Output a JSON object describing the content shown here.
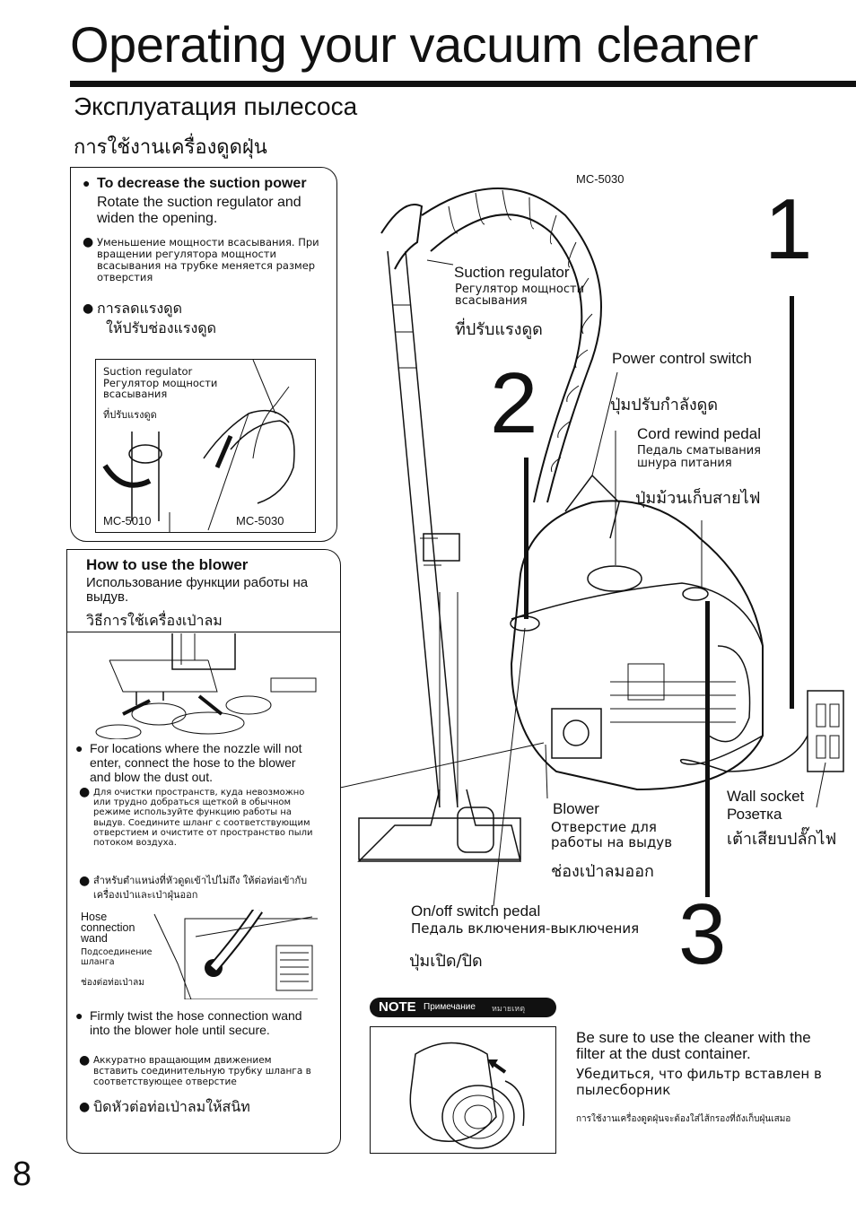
{
  "header": {
    "title": "Operating your vacuum cleaner",
    "title_ru": "Эксплуатация пылесоса",
    "title_th": "การใช้งานเครื่องดูดฝุ่น"
  },
  "model_label": "MC-5030",
  "suction_box": {
    "heading": "To decrease the suction power",
    "body": "Rotate the suction regulator and widen the opening.",
    "ru": "Уменьшение мощности всасывания. При вращении регулятора мощности всасывания на трубке меняется размер отверстия",
    "th_heading": "การลดแรงดูด",
    "th_body": "ให้ปรับช่องแรงดูด",
    "figure": {
      "label_en": "Suction regulator",
      "label_ru": "Регулятор мощности всасывания",
      "label_th": "ที่ปรับแรงดูด",
      "model_left": "MC-5010",
      "model_right": "MC-5030"
    }
  },
  "blower_box": {
    "heading": "How to use the blower",
    "heading_ru": "Использование функции работы на выдув.",
    "heading_th": "วิธีการใช้เครื่องเป่าลม",
    "step1_en": "For locations where the nozzle will not enter, connect the hose to the blower and blow the dust out.",
    "step1_ru": "Для очистки пространств, куда невозможно или трудно добраться щеткой в обычном режиме используйте функцию работы на выдув. Соедините шланг с соответствующим отверстием и очистите от пространство пыли потоком воздуха.",
    "step1_th": "สำหรับตำแหน่งที่หัวดูดเข้าไปไม่ถึง ให้ต่อท่อเข้ากับเครื่องเป่าและเป่าฝุ่นออก",
    "hose_label_en": "Hose connection wand",
    "hose_label_ru": "Подсоединение шланга",
    "hose_label_th": "ช่องต่อท่อเป่าลม",
    "step2_en": "Firmly twist the hose connection wand into the blower hole until secure.",
    "step2_ru": "Аккуратно вращающим движением вставить соединительную трубку шланга в соответствующее отверстие",
    "step2_th": "บิดหัวต่อท่อเป่าลมให้สนิท"
  },
  "labels": {
    "suction_en": "Suction regulator",
    "suction_ru": "Регулятор мощности всасывания",
    "suction_th": "ที่ปรับแรงดูด",
    "power_en": "Power control switch",
    "power_th": "ปุ่มปรับกำลังดูด",
    "cord_en": "Cord rewind pedal",
    "cord_ru": "Педаль сматывания шнура питания",
    "cord_th": "ปุ่มม้วนเก็บสายไฟ",
    "wall_en": "Wall socket",
    "wall_ru": "Розетка",
    "wall_th": "เต้าเสียบปลั๊กไฟ",
    "blower_en": "Blower",
    "blower_ru": "Отверстие для работы на выдув",
    "blower_th": "ช่องเป่าลมออก",
    "onoff_en": "On/off switch pedal",
    "onoff_ru": "Педаль включения-выключения",
    "onoff_th": "ปุ่มเปิด/ปิด"
  },
  "step_numbers": [
    "1",
    "2",
    "3"
  ],
  "note": {
    "label": "NOTE",
    "label_ru": "Примечание",
    "label_th": "หมายเหตุ",
    "en": "Be sure to use the cleaner with the filter at the dust container.",
    "ru": "Убедиться, что фильтр вставлен в пылесборник",
    "th": "การใช้งานเครื่องดูดฝุ่นจะต้องใส่ไส้กรองที่ถังเก็บฝุ่นเสมอ"
  },
  "page_number": "8"
}
